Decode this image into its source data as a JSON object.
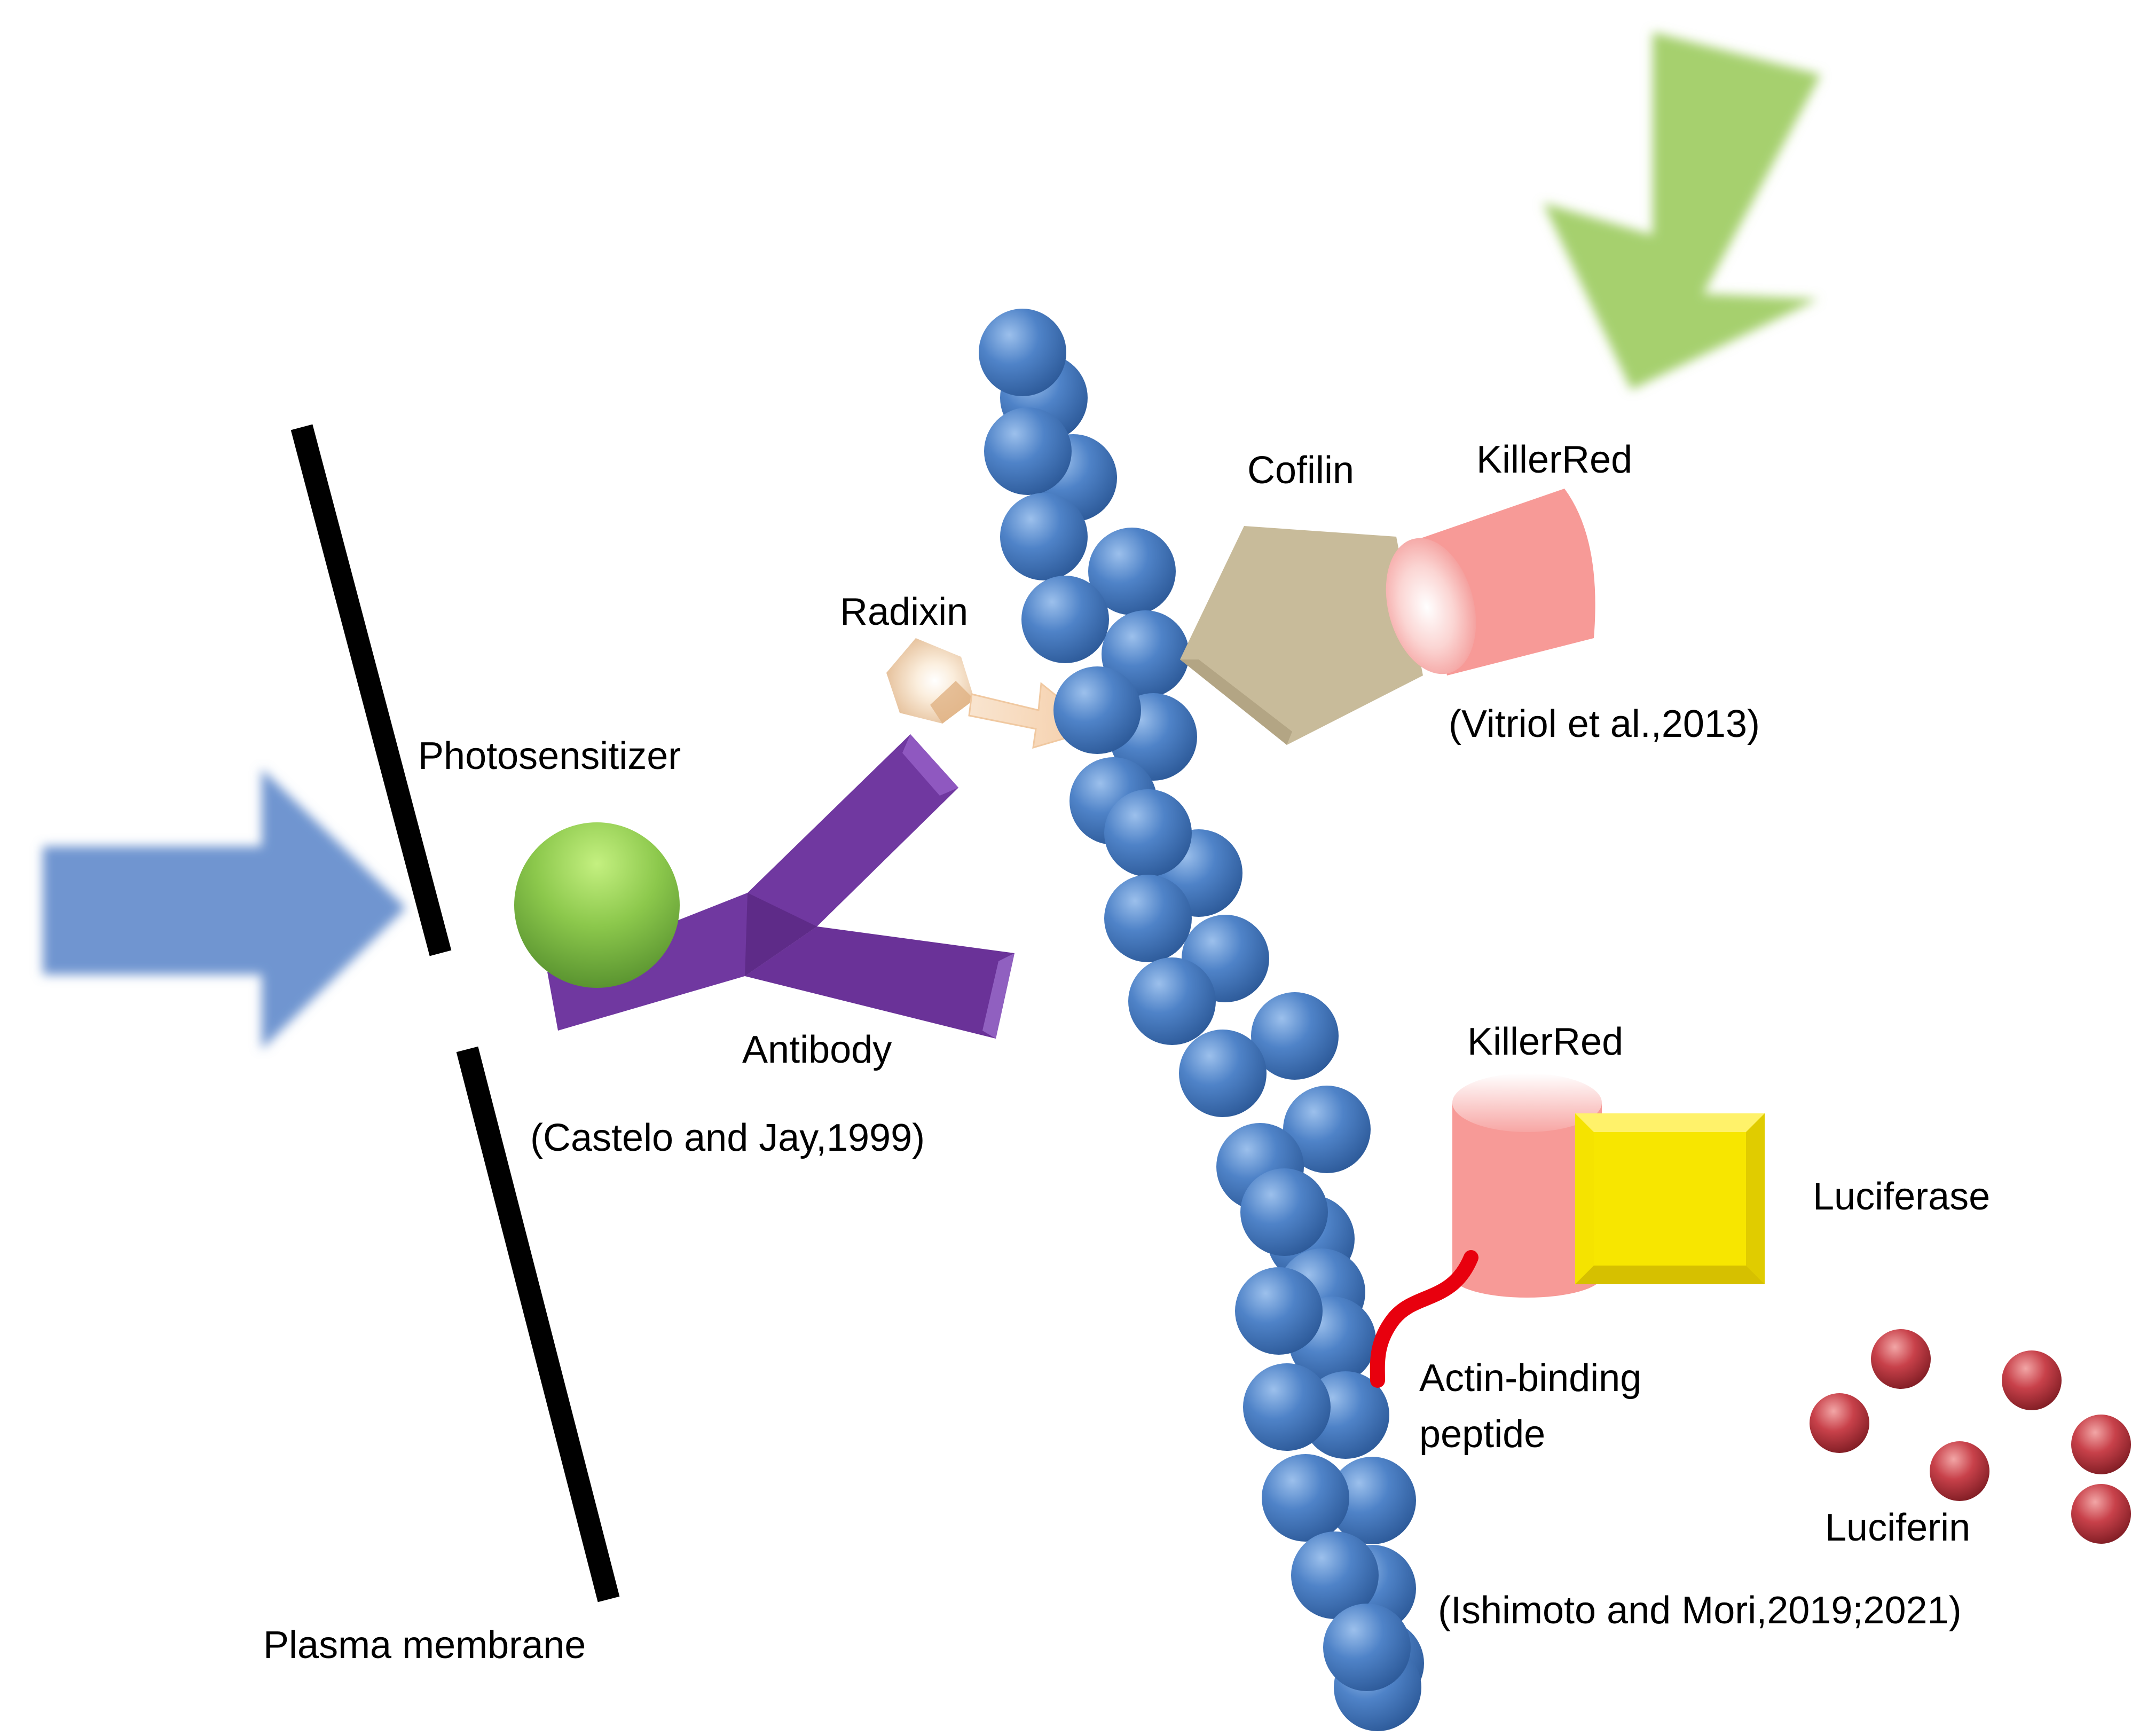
{
  "labels": {
    "photosensitizer": "Photosensitizer",
    "antibody": "Antibody",
    "castelo": "(Castelo and Jay,1999)",
    "radixin": "Radixin",
    "cofilin": "Cofilin",
    "killerred_top": "KillerRed",
    "vitriol": "(Vitriol et al.,2013)",
    "killerred_bottom": "KillerRed",
    "luciferase": "Luciferase",
    "actin_binding_1": "Actin-binding",
    "actin_binding_2": "peptide",
    "luciferin": "Luciferin",
    "ishimoto": "(Ishimoto and Mori,2019;2021)",
    "plasma_membrane": "Plasma membrane"
  },
  "colors": {
    "actin": "#4a7fc6",
    "blue_arrow": "#6f95d0",
    "green_arrow": "#a6d06e",
    "antibody": "#7038a0",
    "photosensitizer": "#88c848",
    "cofilin": "#c8bb9a",
    "killerred": "#f79a97",
    "luciferase": "#f5e300",
    "linker": "#e8000e",
    "luciferin": "#c0393b",
    "radixin": "#f6dcc0",
    "membrane": "#000000"
  }
}
